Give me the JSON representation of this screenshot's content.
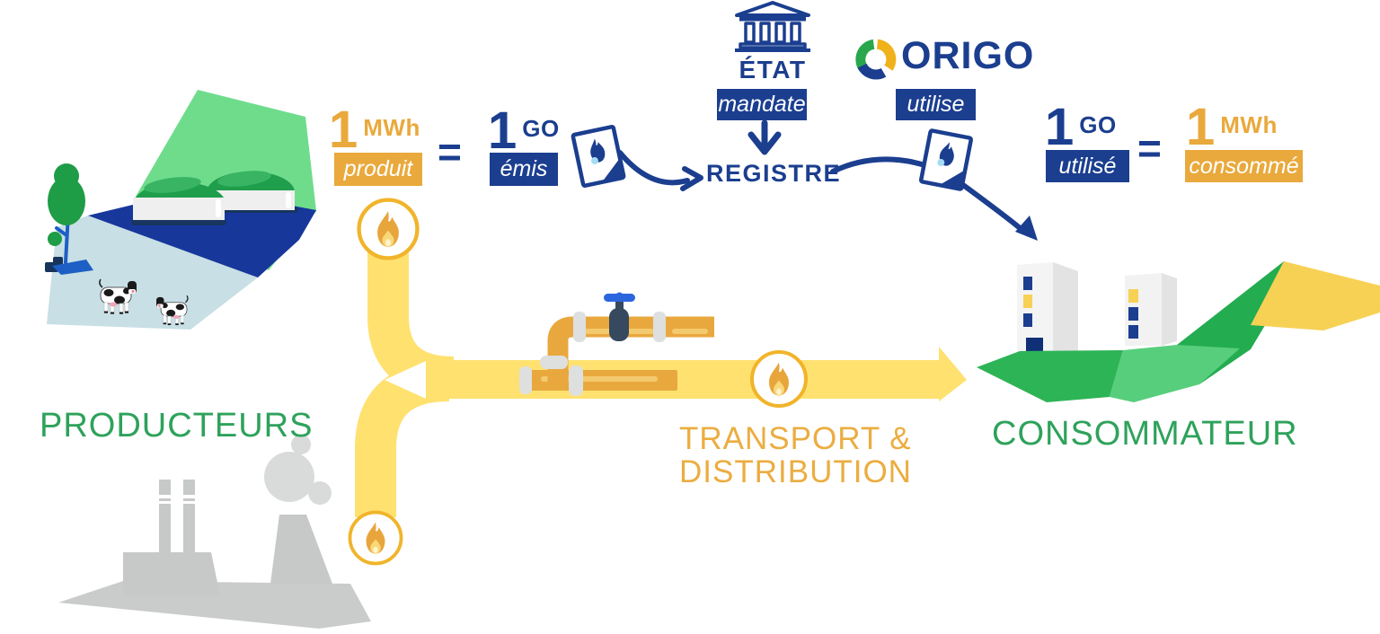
{
  "colors": {
    "navy": "#1B3E8F",
    "gold": "#E9A93C",
    "pipe_yellow": "#FFE170",
    "pipe_dark_yellow": "#E9A83E",
    "green_text": "#2EA25B",
    "green_dark": "#1F9E4B",
    "green_light": "#6FDC8C",
    "field_yellow": "#F7D154"
  },
  "producer_equation": {
    "lhs_number": "1",
    "lhs_unit": "MWh",
    "lhs_state": "produit",
    "equals": "=",
    "rhs_number": "1",
    "rhs_unit": "GO",
    "rhs_state": "émis"
  },
  "consumer_equation": {
    "lhs_number": "1",
    "lhs_unit": "GO",
    "lhs_state": "utilisé",
    "equals": "=",
    "rhs_number": "1",
    "rhs_unit": "MWh",
    "rhs_state": "consommé"
  },
  "state": {
    "name": "ÉTAT",
    "action": "mandate"
  },
  "registry": {
    "name": "REGISTRE"
  },
  "origo": {
    "name": "ORIGO",
    "action": "utilise"
  },
  "labels": {
    "producers": "PRODUCTEURS",
    "transport_line1": "TRANSPORT &",
    "transport_line2": "DISTRIBUTION",
    "consumer": "CONSOMMATEUR"
  },
  "icons": {
    "state_icon": "government-building",
    "origo_icon": "origo-swirl-mark",
    "certificate_icon": "flame-certificate",
    "gas_badge_icon": "flame-circle",
    "valve_icon": "gas-valve",
    "producer_scene": "biogas-plant-with-cows",
    "fossil_scene": "gray-factory",
    "consumer_scene": "residential-buildings"
  }
}
